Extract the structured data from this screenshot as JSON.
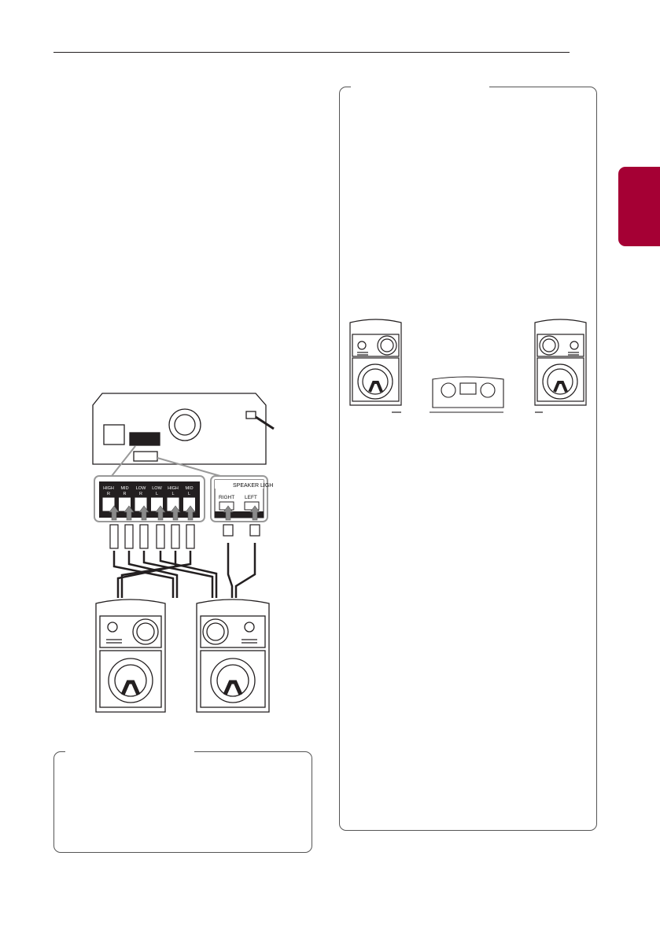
{
  "terminal_panel": {
    "groups": [
      {
        "top": "HIGH",
        "side": "R"
      },
      {
        "top": "MID",
        "side": "R"
      },
      {
        "top": "LOW",
        "side": "R"
      },
      {
        "top": "LOW",
        "side": "L"
      },
      {
        "top": "HIGH",
        "side": "L"
      },
      {
        "top": "MID",
        "side": "L"
      }
    ],
    "speaker_light_title": "SPEAKER LIGH",
    "right_label": "RIGHT",
    "left_label": "LEFT"
  },
  "colors": {
    "accent_tab": "#a50034",
    "line": "#231f20"
  }
}
